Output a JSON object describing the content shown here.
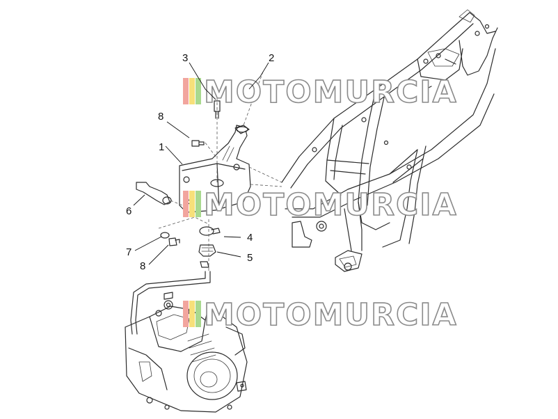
{
  "diagram": {
    "callouts": [
      {
        "id": "1",
        "text": "1"
      },
      {
        "id": "2",
        "text": "2"
      },
      {
        "id": "3",
        "text": "3"
      },
      {
        "id": "4",
        "text": "4"
      },
      {
        "id": "5",
        "text": "5"
      },
      {
        "id": "6",
        "text": "6"
      },
      {
        "id": "7",
        "text": "7"
      },
      {
        "id": "8a",
        "text": "8"
      },
      {
        "id": "8b",
        "text": "8"
      }
    ]
  },
  "watermark": {
    "text": "MOTOMURCIA",
    "stripe_colors": [
      "#f2a59e",
      "#f7e07a",
      "#a9d98f"
    ]
  }
}
